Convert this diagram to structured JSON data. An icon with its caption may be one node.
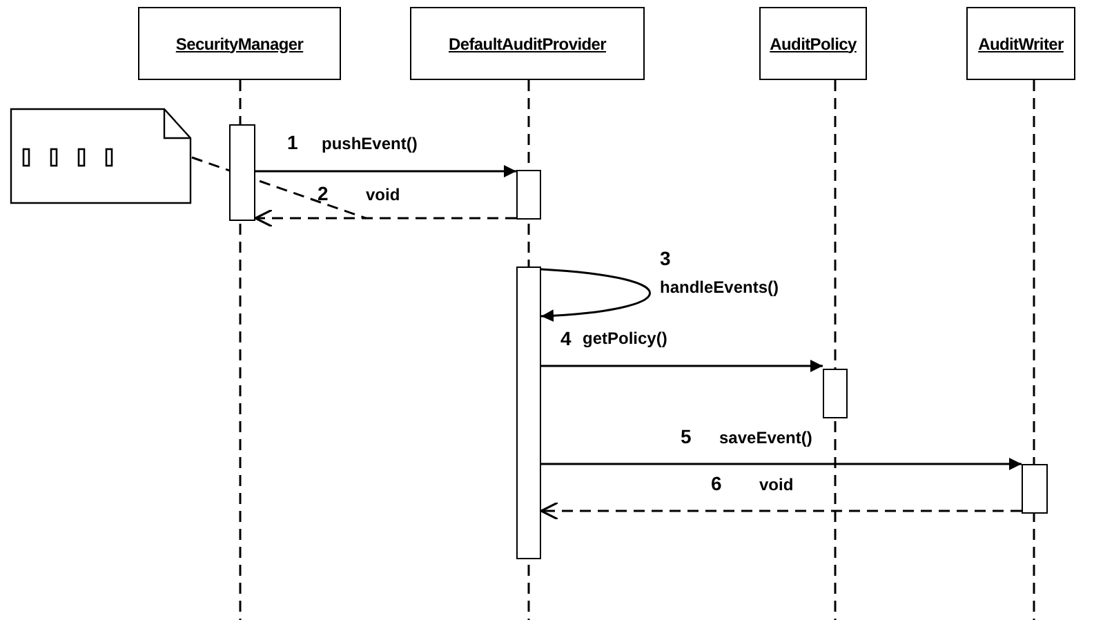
{
  "diagram": {
    "nodes": [
      {
        "text": [
          "SecurityManager"
        ]
      },
      {
        "text": [
          "DefaultAuditProvider"
        ]
      },
      {
        "text": [
          "AuditPolicy"
        ]
      },
      {
        "text": [
          "AuditWriter"
        ]
      },
      {
        "text": [],
        "shape": "bar"
      },
      {
        "text": [],
        "shape": "bar"
      },
      {
        "text": [],
        "shape": "bar"
      },
      {
        "text": [],
        "shape": "bar"
      },
      {
        "text": [],
        "shape": "bar"
      },
      {
        "text": [],
        "shape": "note"
      }
    ],
    "edges": [
      {
        "from": 4,
        "to": 5,
        "arrow": "to",
        "label": "pushEvent()"
      },
      {
        "from": 5,
        "to": 4,
        "arrow": "to",
        "label": "void",
        "style": "dashed"
      },
      {
        "from": 6,
        "to": 6,
        "arrow": "to",
        "label": "handleEvents()"
      },
      {
        "from": 6,
        "to": 7,
        "arrow": "to",
        "label": "getPolicy()"
      },
      {
        "from": 6,
        "to": 8,
        "arrow": "to",
        "label": "saveEvent()"
      },
      {
        "from": 8,
        "to": 6,
        "arrow": "to",
        "label": "void",
        "style": "dashed"
      },
      {
        "from": 9,
        "to": null,
        "arrow": "none",
        "style": "dashed"
      }
    ],
    "labels": [
      "1",
      "2",
      "3",
      "4",
      "5",
      "6"
    ]
  }
}
